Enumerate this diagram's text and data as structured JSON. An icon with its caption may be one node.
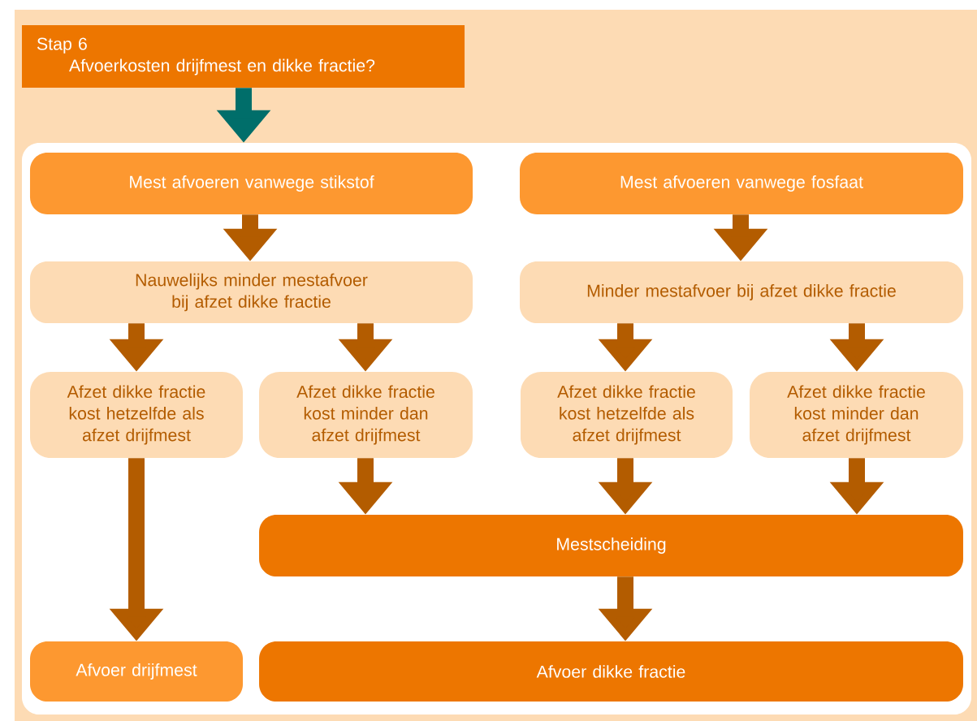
{
  "diagram": {
    "nodes": [
      {
        "text": [
          "Stap 6",
          "Afvoerkosten drijfmest en dikke fractie?"
        ]
      },
      {
        "text": [],
        "shape": "box"
      },
      {
        "text": [
          "Mest afvoeren vanwege stikstof"
        ],
        "in": 1
      },
      {
        "text": [
          "Mest afvoeren vanwege fosfaat"
        ],
        "in": 1
      },
      {
        "text": [
          "Nauwelijks minder mestafvoer bij afzet dikke fractie"
        ],
        "in": 1
      },
      {
        "text": [
          "Minder mestafvoer bij afzet dikke fractie"
        ],
        "in": 1
      },
      {
        "text": [
          "Afzet dikke fractie kost hetzelfde als afzet drijfmest"
        ],
        "in": 1
      },
      {
        "text": [
          "Afzet dikke fractie kost minder dan afzet drijfmest"
        ],
        "in": 1
      },
      {
        "text": [
          "Afzet dikke fractie kost hetzelfde als afzet drijfmest"
        ],
        "in": 1
      },
      {
        "text": [
          "Afzet dikke fractie kost minder dan afzet drijfmest"
        ],
        "in": 1
      },
      {
        "text": [
          "Mestscheiding"
        ],
        "in": 1
      },
      {
        "text": [
          "Afvoer drijfmest"
        ],
        "in": 1
      },
      {
        "text": [
          "Afvoer dikke fractie"
        ],
        "in": 1
      }
    ],
    "edges": [
      {
        "from": 0,
        "to": 1,
        "arrow": "to",
        "color": "#006e6a"
      },
      {
        "from": 2,
        "to": 4,
        "arrow": "to"
      },
      {
        "from": 3,
        "to": 5,
        "arrow": "to"
      },
      {
        "from": 4,
        "to": 6,
        "arrow": "to"
      },
      {
        "from": 4,
        "to": 7,
        "arrow": "to"
      },
      {
        "from": 5,
        "to": 8,
        "arrow": "to"
      },
      {
        "from": 5,
        "to": 9,
        "arrow": "to"
      },
      {
        "from": 6,
        "to": 11,
        "arrow": "to"
      },
      {
        "from": 7,
        "to": 10,
        "arrow": "to"
      },
      {
        "from": 8,
        "to": 10,
        "arrow": "to"
      },
      {
        "from": 9,
        "to": 10,
        "arrow": "to"
      },
      {
        "from": 10,
        "to": 12,
        "arrow": "to"
      }
    ]
  }
}
